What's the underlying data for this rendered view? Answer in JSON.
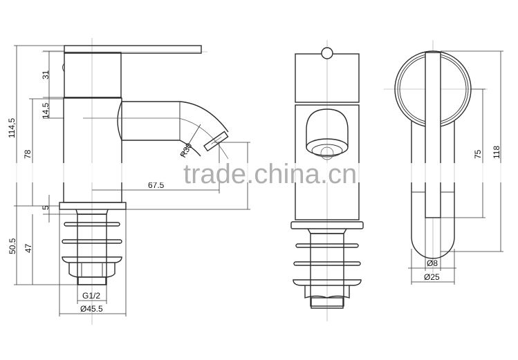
{
  "drawing": {
    "subject": "Basin faucet dimension drawing",
    "units": "mm",
    "colors": {
      "line": "#2b2b2b",
      "center_line": "#9a9a9a",
      "watermark": "#9c9c9c",
      "background": "#ffffff"
    }
  },
  "views": {
    "side": {
      "dims": {
        "overall_height": "114,5",
        "handle_height": "31",
        "spout_offset": "14,5",
        "spout_outlet_height": "78",
        "base_plate": "5",
        "shank_length": "50.5",
        "shank_inner": "47",
        "spout_radius": "R30",
        "spout_reach": "67.5",
        "thread": "G1/2",
        "base_diameter": "Ø45.5"
      }
    },
    "front": {},
    "top": {
      "dims": {
        "handle_length": "118",
        "handle_center_to_end": "75",
        "lever_diameter": "Ø8",
        "body_diameter": "Ø25"
      }
    }
  },
  "watermark": {
    "text": "trade.china.cn"
  }
}
